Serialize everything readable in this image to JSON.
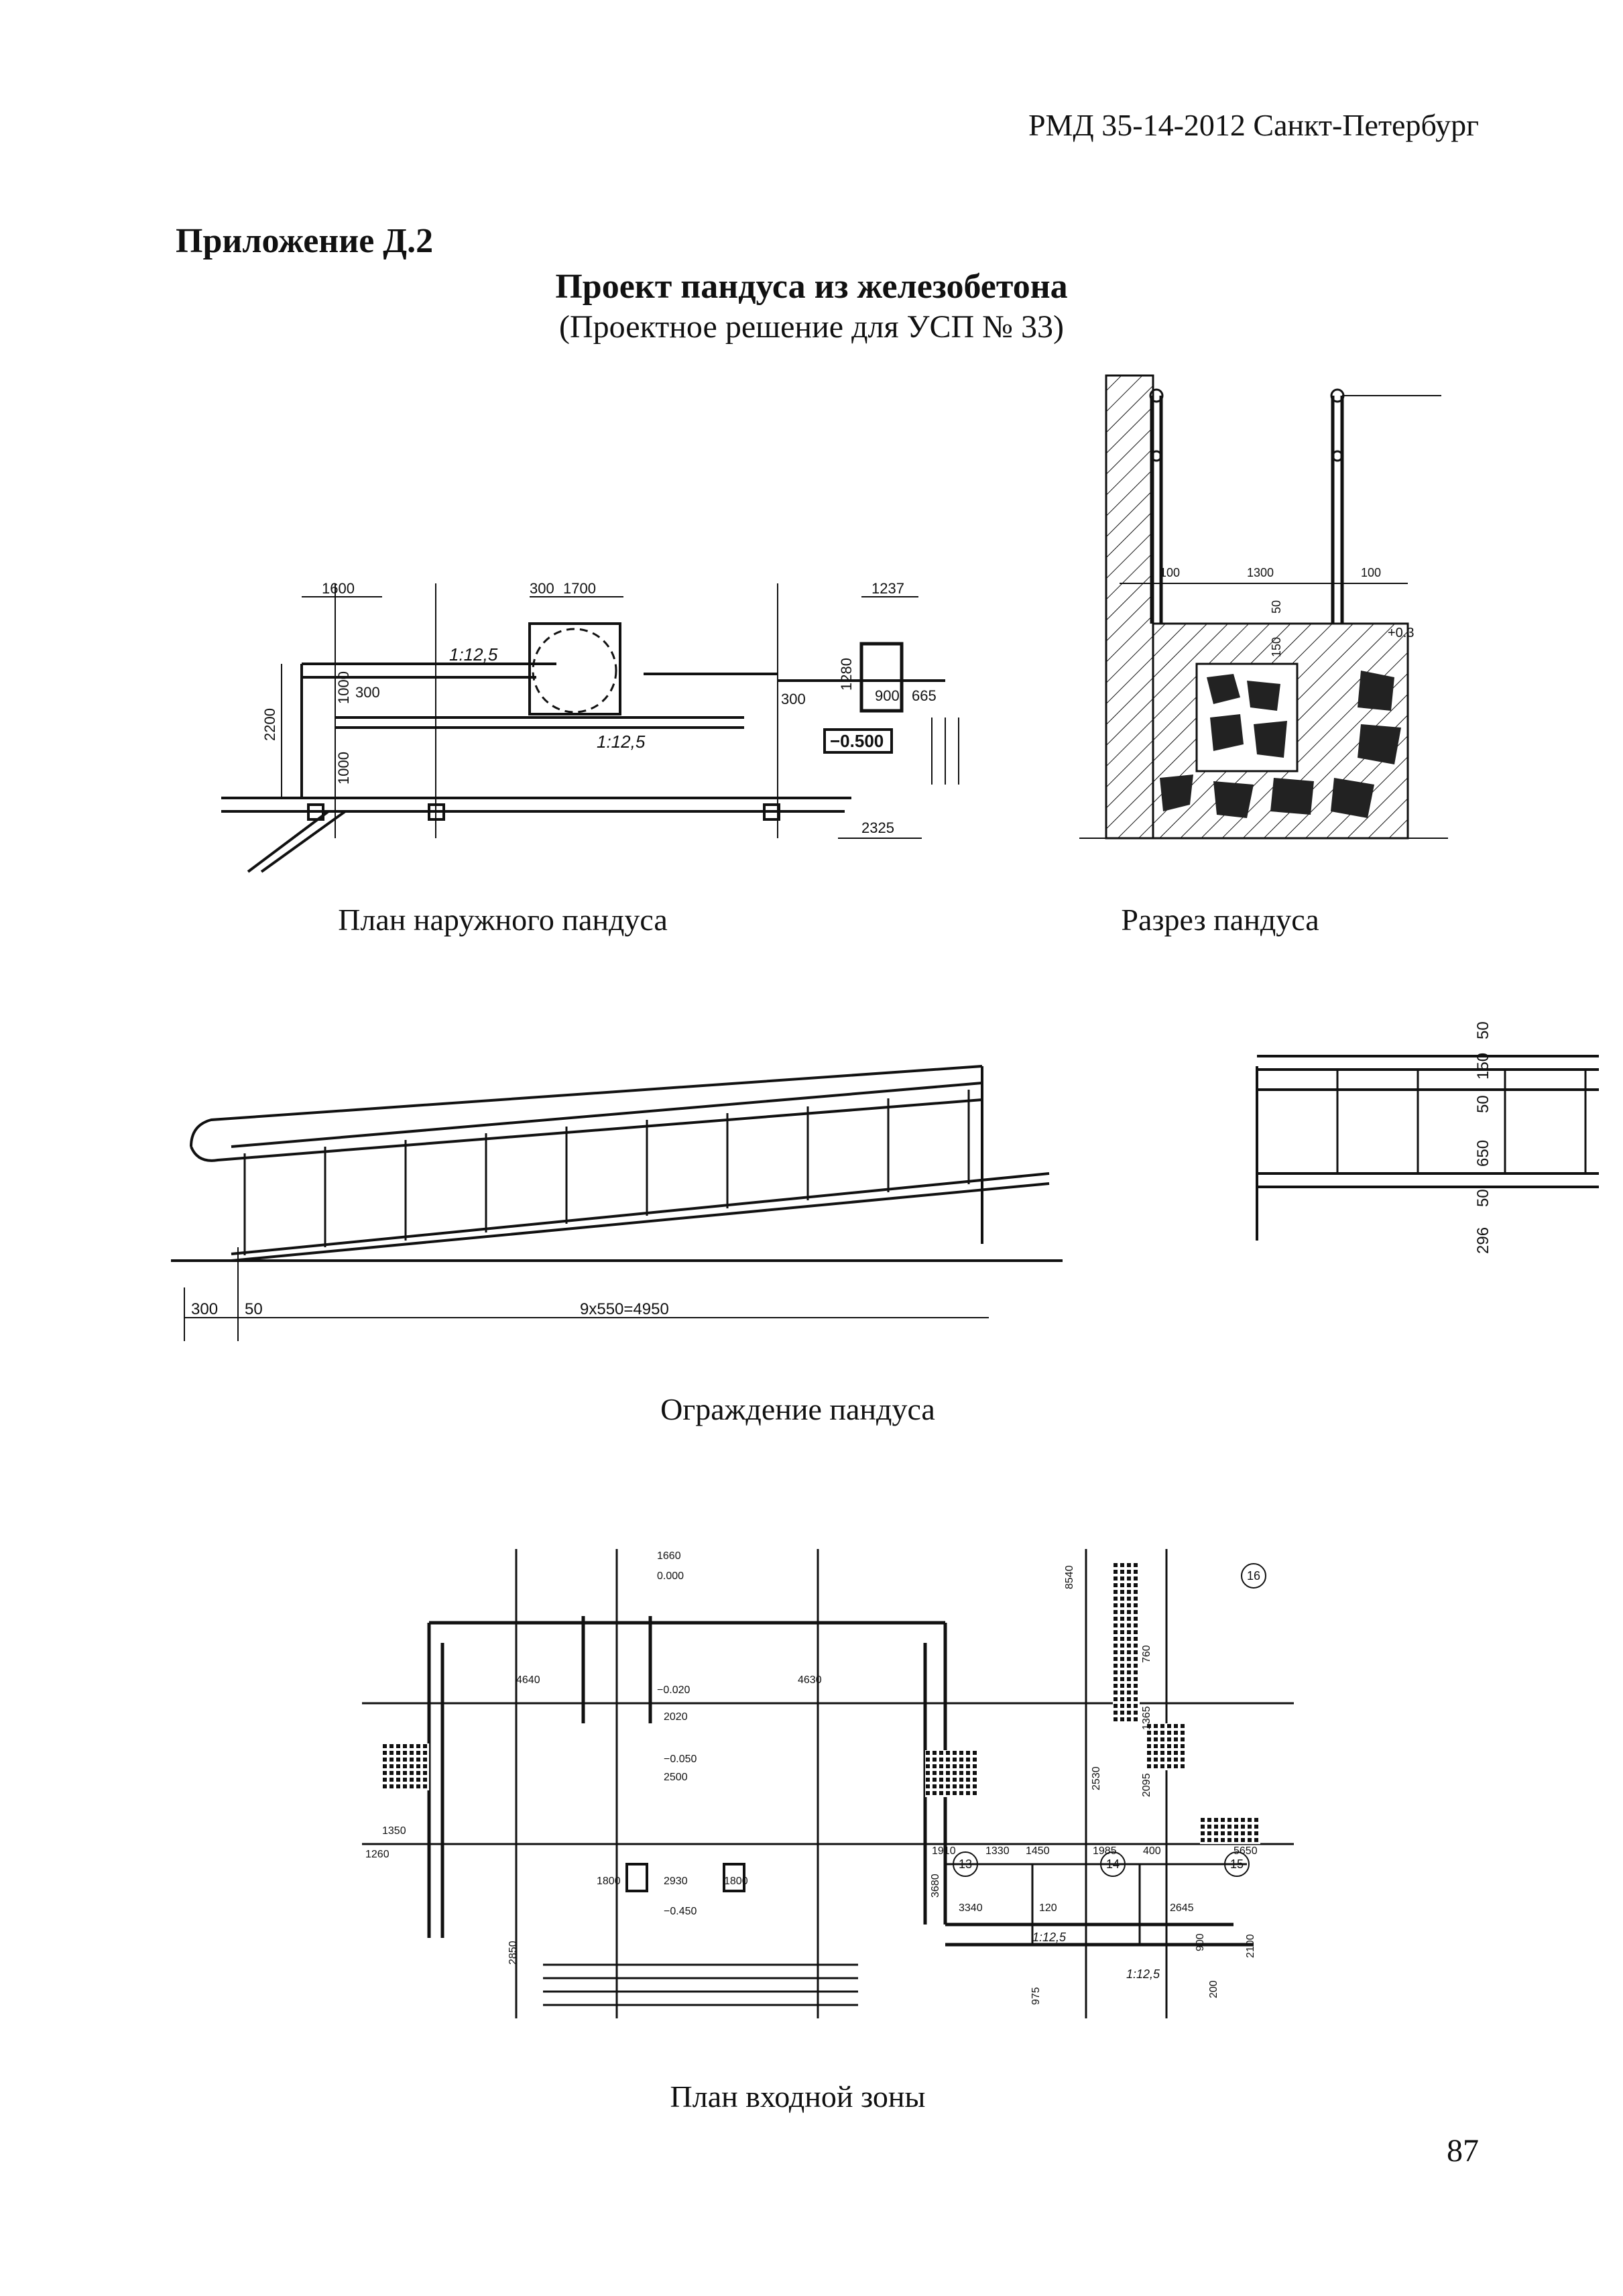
{
  "header": {
    "doc_id": "РМД 35-14-2012 Санкт-Петербург"
  },
  "appendix": "Приложение Д.2",
  "title": "Проект пандуса из железобетона",
  "subtitle": "(Проектное решение для УСП № 33)",
  "figures": {
    "plan": {
      "caption": "План наружного пандуса",
      "dims": [
        "1600",
        "300",
        "1700",
        "1237",
        "2200",
        "1000",
        "1000",
        "300",
        "1280",
        "900",
        "665",
        "300",
        "2325"
      ],
      "slopes": [
        "1:12,5",
        "1:12,5"
      ],
      "level": "−0.500"
    },
    "section": {
      "caption": "Разрез пандуса",
      "dims": [
        "100",
        "1300",
        "100",
        "50",
        "150"
      ],
      "level": "+0.3"
    },
    "railing": {
      "caption": "Ограждение пандуса",
      "dims": [
        "300",
        "50",
        "9x550=4950"
      ],
      "side_dims": [
        "50",
        "150",
        "50",
        "650",
        "50",
        "296"
      ]
    },
    "entrance": {
      "caption": "План входной зоны",
      "dims": [
        "1660",
        "4640",
        "4630",
        "2020",
        "2500",
        "1350",
        "1260",
        "1800",
        "2930",
        "1800",
        "1910",
        "1330",
        "1450",
        "1985",
        "400",
        "5650",
        "3340",
        "120",
        "2645",
        "3680",
        "2850",
        "975",
        "8540",
        "760",
        "1365",
        "2095",
        "2530",
        "900",
        "200",
        "2100"
      ],
      "levels": [
        "0.000",
        "−0.020",
        "−0.050",
        "−0.450"
      ],
      "axes": [
        "13",
        "14",
        "15",
        "16"
      ],
      "slopes": [
        "1:12,5",
        "1:12,5"
      ]
    }
  },
  "page_number": "87"
}
